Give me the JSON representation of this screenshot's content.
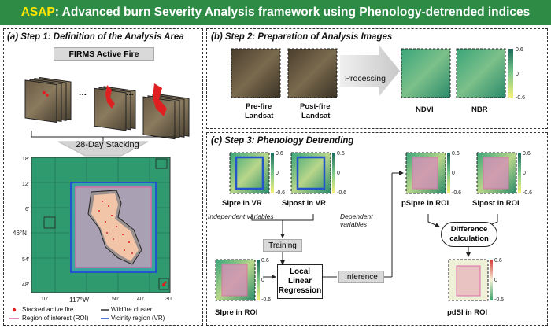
{
  "banner": {
    "key": "ASAP",
    "rest": ": Advanced burn Severity Analysis framework using Phenology-detrended indices"
  },
  "colors": {
    "banner_bg": "#2e8b46",
    "banner_key": "#ffe600",
    "vr_blue": "#2255cc",
    "roi_pink": "#e06aa8",
    "fire_red": "#e02020"
  },
  "panel_a": {
    "title": "(a) Step 1: Definition of the Analysis Area",
    "firms_label": "FIRMS Active Fire",
    "dots": "...",
    "stacking_label": "28-Day Stacking",
    "map": {
      "y_ticks": [
        "18'",
        "12'",
        "6'",
        "46°N",
        "54'",
        "48'"
      ],
      "x_ticks": [
        "10'",
        "117°W",
        "50'",
        "40'",
        "30'"
      ],
      "legend": {
        "stacked": "Stacked active fire",
        "cluster": "Wildfire cluster",
        "roi": "Region of interest (ROI)",
        "vr": "Vicinity region (VR)"
      }
    }
  },
  "panel_b": {
    "title": "(b) Step 2: Preparation of Analysis Images",
    "pre_label_1": "Pre-fire",
    "pre_label_2": "Landsat",
    "post_label_1": "Post-fire",
    "post_label_2": "Landsat",
    "processing": "Processing",
    "ndvi": "NDVI",
    "nbr": "NBR",
    "cbar": [
      "0.6",
      "0",
      "-0.6"
    ]
  },
  "panel_c": {
    "title": "(c) Step 3: Phenology Detrending",
    "si_pre_vr": "SIpre in VR",
    "si_post_vr": "SIpost in VR",
    "psi_pre_roi": "pSIpre in ROI",
    "si_post_roi": "SIpost in ROI",
    "si_pre_roi": "SIpre in ROI",
    "pdsi_roi": "pdSI in ROI",
    "indep": "Independent variables",
    "dep": "Dependent variables",
    "training": "Training",
    "regression": "Local Linear Regression",
    "inference": "Inference",
    "difference": "Difference calculation",
    "cbar": [
      "0.6",
      "0",
      "-0.6"
    ],
    "cbar_diff": [
      "0.6",
      "0",
      "-0.5"
    ]
  }
}
